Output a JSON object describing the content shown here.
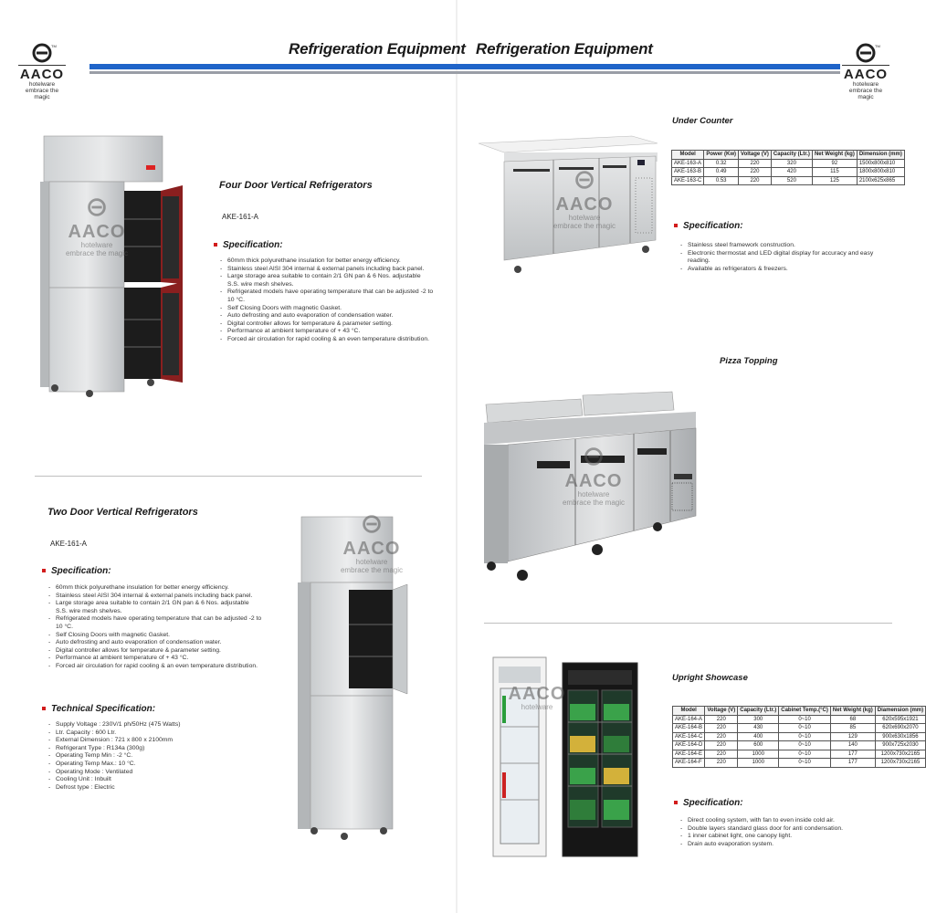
{
  "header": {
    "left_title": "Refrigeration Equipment",
    "right_title": "Refrigeration Equipment"
  },
  "logo": {
    "brand": "AACO",
    "tagline_1": "hotelware",
    "tagline_2": "embrace the magic",
    "tm": "TM"
  },
  "colors": {
    "bar_blue": "#1f64c9",
    "bar_gray": "#9a9ea6",
    "accent_red": "#d21c1c"
  },
  "four_door": {
    "title": "Four Door Vertical Refrigerators",
    "model": "AKE-161-A",
    "spec_label": "Specification:",
    "specs": [
      "60mm thick polyurethane insulation for better energy efficiency.",
      "Stainless steel AISI 304 internal & external panels including back panel.",
      "Large storage area suitable to contain 2/1 GN pan & 6 Nos. adjustable",
      "S.S. wire mesh shelves.",
      "Refrigerated models have operating temperature that can be adjusted -2 to 10 °C.",
      "Self Closing Doors with magnetic Gasket.",
      "Auto defrosting and auto evaporation of condensation water.",
      "Digital controller allows for temperature & parameter setting.",
      "Performance at ambient temperature of + 43 °C.",
      "Forced air circulation for rapid cooling & an even temperature distribution."
    ]
  },
  "two_door": {
    "title": "Two Door Vertical Refrigerators",
    "model": "AKE-161-A",
    "spec_label": "Specification:",
    "specs": [
      "60mm thick polyurethane insulation for better energy efficiency.",
      "Stainless steel AISI 304 internal & external panels including back panel.",
      "Large storage area suitable to contain 2/1 GN pan & 6 Nos. adjustable",
      "S.S. wire mesh shelves.",
      "Refrigerated models have operating temperature that can be adjusted -2 to 10 °C.",
      "Self Closing Doors with magnetic Gasket.",
      "Auto defrosting and auto evaporation of condensation water.",
      "Digital controller allows for temperature & parameter setting.",
      "Performance at ambient temperature of + 43 °C.",
      "Forced air circulation for rapid cooling & an even temperature distribution."
    ],
    "tech_label": "Technical Specification:",
    "tech_specs": [
      "Supply Voltage : 230V/1 ph/50Hz (475 Watts)",
      "Ltr. Capacity : 600 Ltr.",
      "External Dimension : 721 x 800 x 2100mm",
      "Refrigerant Type : R134a (300g)",
      "Operating Temp Min : -2 °C.",
      "Operating Temp Max.: 10 °C.",
      "Operating Mode : Ventilated",
      "Cooling Unit : Inbuilt",
      "Defrost type : Electric"
    ]
  },
  "under_counter": {
    "title": "Under Counter",
    "table": {
      "headers": [
        "Model",
        "Power (Kw)",
        "Voltage (V)",
        "Capacity (Ltr.)",
        "Net Weight (kg)",
        "Dimension (mm)"
      ],
      "rows": [
        [
          "AKE-163-A",
          "0.32",
          "220",
          "320",
          "92",
          "1500x800x810"
        ],
        [
          "AKE-163-B",
          "0.49",
          "220",
          "420",
          "115",
          "1800x800x810"
        ],
        [
          "AKE-163-C",
          "0.53",
          "220",
          "520",
          "125",
          "2100x625x865"
        ]
      ]
    },
    "spec_label": "Specification:",
    "specs": [
      "Stainless steel framework construction.",
      "Electronic thermostat and LED digital display for accuracy and easy reading.",
      "Available as refrigerators & freezers."
    ]
  },
  "pizza": {
    "title": "Pizza Topping"
  },
  "showcase": {
    "title": "Upright Showcase",
    "table": {
      "headers": [
        "Model",
        "Voltage (V)",
        "Capacity (Ltr.)",
        "Cabinet Temp.(°C)",
        "Net Weight (kg)",
        "Diamension (mm)"
      ],
      "rows": [
        [
          "AKE-164-A",
          "220",
          "300",
          "0~10",
          "68",
          "620x595x1921"
        ],
        [
          "AKE-164-B",
          "220",
          "430",
          "0~10",
          "85",
          "620x690x2070"
        ],
        [
          "AKE-164-C",
          "220",
          "400",
          "0~10",
          "129",
          "900x630x1856"
        ],
        [
          "AKE-164-D",
          "220",
          "600",
          "0~10",
          "140",
          "900x725x2030"
        ],
        [
          "AKE-164-E",
          "220",
          "1000",
          "0~10",
          "177",
          "1200x730x2165"
        ],
        [
          "AKE-164-F",
          "220",
          "1000",
          "0~10",
          "177",
          "1200x730x2165"
        ]
      ]
    },
    "spec_label": "Specification:",
    "specs": [
      "Direct cooling system, with fan to even inside cold air.",
      "Double layers standard glass door for anti condensation.",
      "1 inner cabinet light, one canopy light.",
      "Drain auto evaporation system."
    ]
  }
}
